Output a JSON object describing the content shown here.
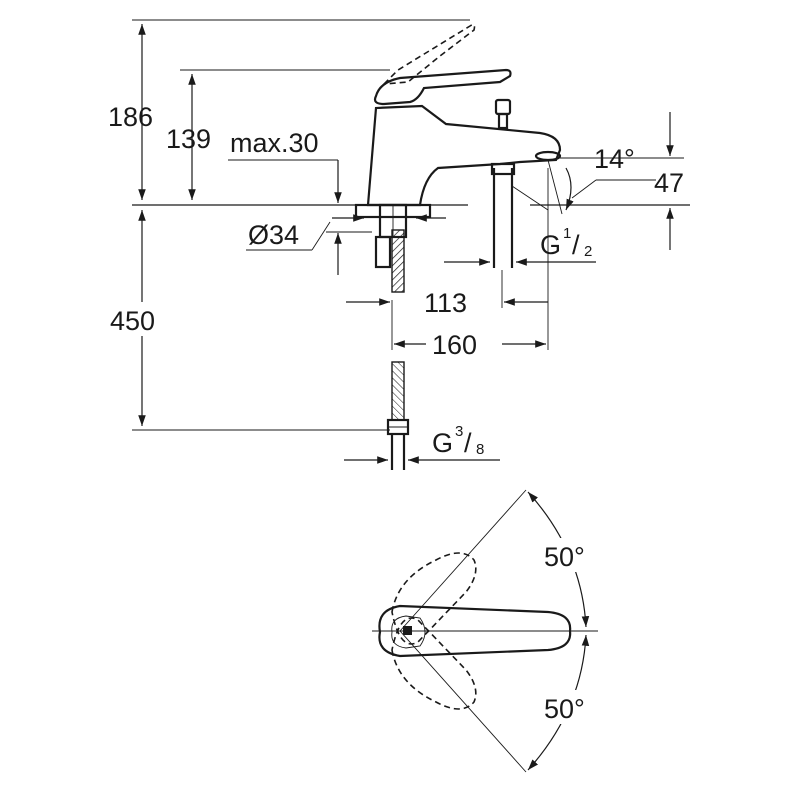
{
  "side_view": {
    "dim_total_height": "186",
    "dim_spout_height": "139",
    "dim_deck_thickness": "max.30",
    "dim_deck_hole": "Ø34",
    "dim_spout_tilt_angle": "14°",
    "dim_outlet_height": "47",
    "outlet_thread": {
      "base": "G",
      "num": "1",
      "den": "2"
    },
    "dim_body_to_shower": "113",
    "dim_spout_reach": "160",
    "dim_hose_length": "450",
    "hose_thread": {
      "base": "G",
      "num": "3",
      "den": "8"
    }
  },
  "top_view": {
    "lever_angle_upper": "50°",
    "lever_angle_lower": "50°"
  }
}
